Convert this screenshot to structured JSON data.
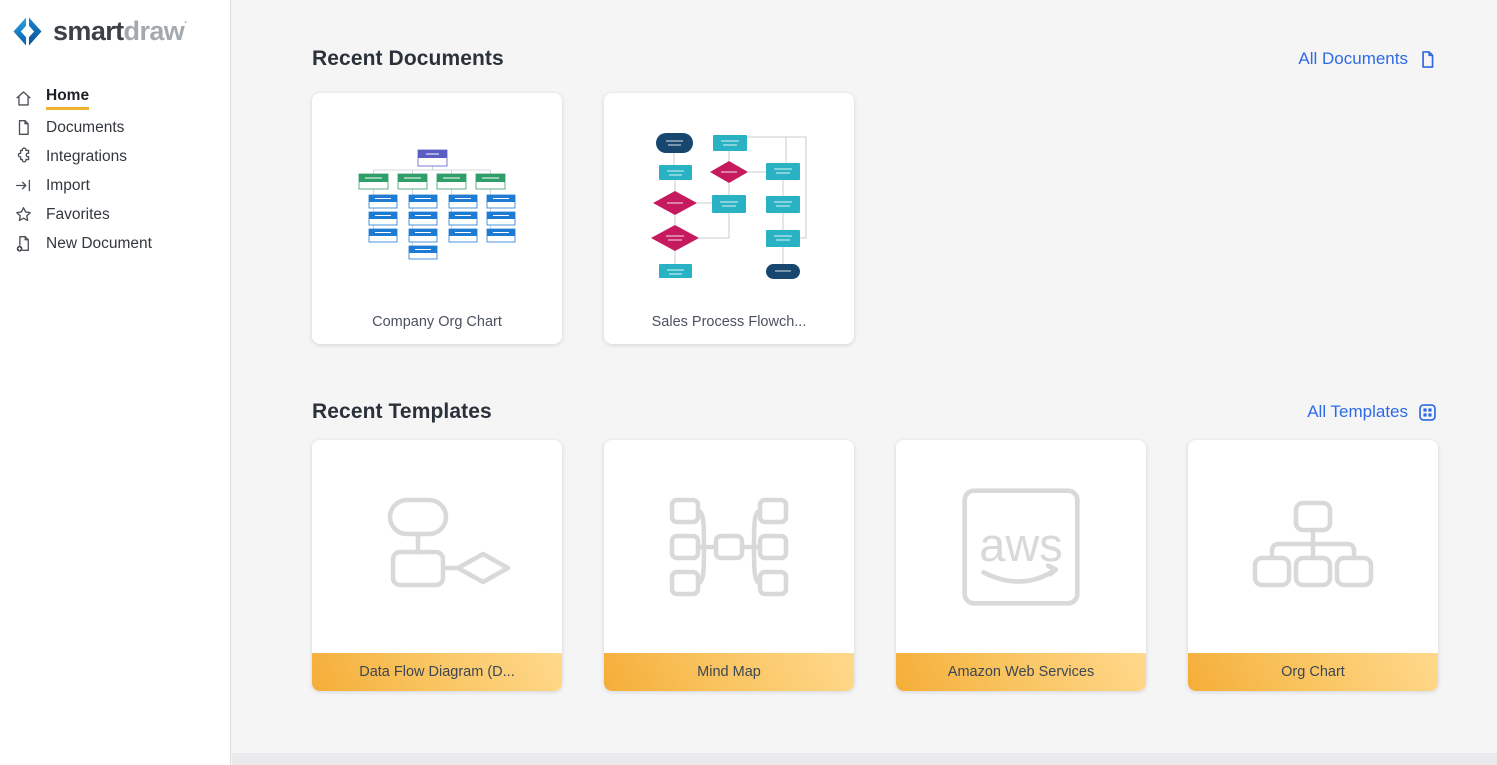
{
  "app": {
    "brand_bold": "smart",
    "brand_light": "draw",
    "brand_mark": "·"
  },
  "sidebar": {
    "items": [
      {
        "label": "Home",
        "icon": "home-icon",
        "active": true
      },
      {
        "label": "Documents",
        "icon": "document-icon",
        "active": false
      },
      {
        "label": "Integrations",
        "icon": "puzzle-icon",
        "active": false
      },
      {
        "label": "Import",
        "icon": "import-arrow-icon",
        "active": false
      },
      {
        "label": "Favorites",
        "icon": "star-icon",
        "active": false
      },
      {
        "label": "New Document",
        "icon": "new-document-icon",
        "active": false
      }
    ]
  },
  "recent_documents": {
    "title": "Recent Documents",
    "action_label": "All Documents",
    "cards": [
      {
        "title": "Company Org Chart",
        "thumbnail": "org-chart-diagram"
      },
      {
        "title": "Sales Process Flowch...",
        "thumbnail": "sales-process-flowchart"
      }
    ]
  },
  "recent_templates": {
    "title": "Recent Templates",
    "action_label": "All Templates",
    "cards": [
      {
        "title": "Data Flow Diagram (D...",
        "icon": "data-flow-template-icon"
      },
      {
        "title": "Mind Map",
        "icon": "mind-map-template-icon"
      },
      {
        "title": "Amazon Web Services",
        "icon": "aws-template-icon",
        "icon_text": "aws"
      },
      {
        "title": "Org Chart",
        "icon": "org-chart-template-icon"
      }
    ]
  },
  "colors": {
    "link_blue": "#2e6ae4",
    "active_underline_yellow": "#f0b32e",
    "template_footer_gradient_start": "#f5ad38",
    "template_footer_gradient_end": "#ffd98d",
    "thumb_purple": "#5a5ec4",
    "thumb_green": "#2f9e68",
    "thumb_blue": "#1e7bd3",
    "thumb_teal": "#28b2c3",
    "thumb_magenta": "#c51a5e",
    "thumb_navy": "#17466f",
    "logo_blue_light": "#29a3e3",
    "logo_blue_dark": "#0d5ca8"
  }
}
